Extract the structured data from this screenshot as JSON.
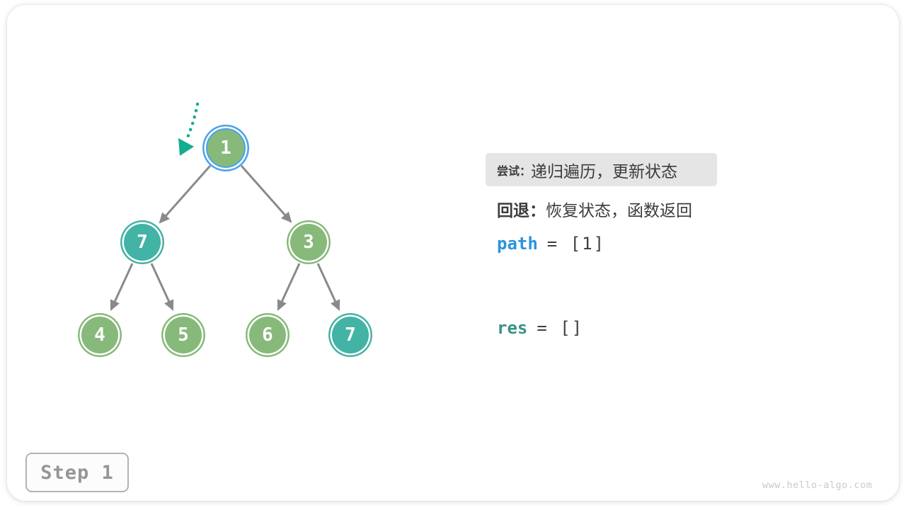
{
  "figure": {
    "step_badge": "Step 1",
    "watermark": "www.hello-algo.com"
  },
  "legend": {
    "try_label": "尝试：",
    "try_text": "递归遍历，更新状态",
    "backtrack_label": "回退：",
    "backtrack_text": "恢复状态，函数返回"
  },
  "state": {
    "path_var": "path",
    "path_value": "= [1]",
    "res_var": "res",
    "res_value": "= []"
  },
  "tree": {
    "nodes": [
      {
        "label": "1",
        "value": 1,
        "style": "current"
      },
      {
        "label": "7",
        "value": 7,
        "style": "teal"
      },
      {
        "label": "3",
        "value": 3,
        "style": "green"
      },
      {
        "label": "4",
        "value": 4,
        "style": "green"
      },
      {
        "label": "5",
        "value": 5,
        "style": "green"
      },
      {
        "label": "6",
        "value": 6,
        "style": "green"
      },
      {
        "label": "7",
        "value": 7,
        "style": "teal"
      }
    ],
    "edges": [
      [
        0,
        1
      ],
      [
        0,
        2
      ],
      [
        1,
        3
      ],
      [
        1,
        4
      ],
      [
        2,
        5
      ],
      [
        2,
        6
      ]
    ]
  },
  "colors": {
    "node_green": "#87b97a",
    "node_teal": "#42b3a4",
    "current_ring_blue": "#4aa3e8",
    "edge_gray": "#8a8a8a",
    "pointer_arrow_teal": "#12ae8e",
    "path_blue": "#2b93dd",
    "res_teal": "#3a9286",
    "highlight_bg": "#e5e5e5",
    "text_dark": "#3c3c3c"
  }
}
